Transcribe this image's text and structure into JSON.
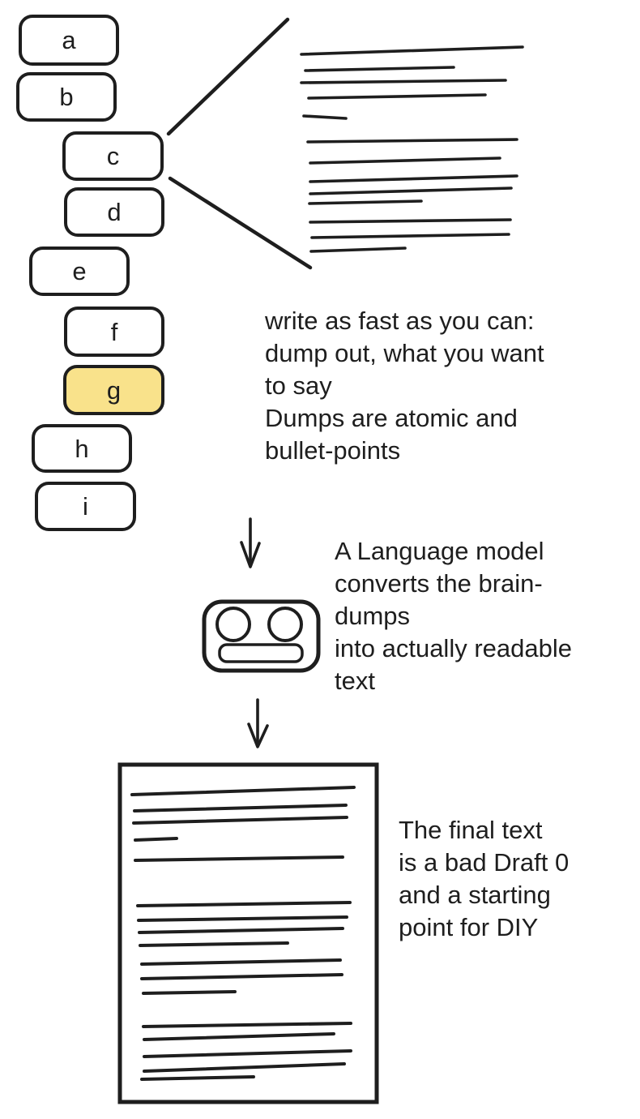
{
  "palette": {
    "ink": "#1e1e1e",
    "canvas_bg": "#ffffff",
    "highlight_fill": "#f9e28b"
  },
  "flow_nodes": [
    {
      "label": "a",
      "highlighted": false
    },
    {
      "label": "b",
      "highlighted": false
    },
    {
      "label": "c",
      "highlighted": false
    },
    {
      "label": "d",
      "highlighted": false
    },
    {
      "label": "e",
      "highlighted": false
    },
    {
      "label": "f",
      "highlighted": false
    },
    {
      "label": "g",
      "highlighted": true
    },
    {
      "label": "h",
      "highlighted": false
    },
    {
      "label": "i",
      "highlighted": false
    }
  ],
  "annotations": {
    "brain_dump_note": "write as fast as you can:\ndump out, what you want\nto say\nDumps are atomic and\nbullet-points",
    "language_model_note": "A Language model\nconverts the brain-\ndumps\ninto actually readable\ntext",
    "final_text_note": "The final text\nis a bad Draft 0\nand a starting\npoint for DIY"
  },
  "icons": {
    "robot": "robot-face-icon",
    "down_arrow": "arrow-down-icon",
    "scribble_block": "placeholder-text-scribble",
    "document": "document-sketch"
  }
}
